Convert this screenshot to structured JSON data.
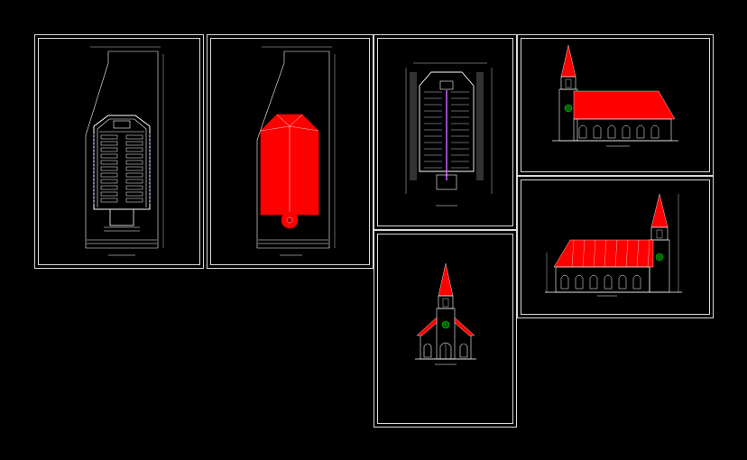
{
  "canvas": {
    "background": "#000000"
  },
  "colors": {
    "roof": "#ff0000",
    "line": "#ffffff",
    "border": "#d9d9d9",
    "dim": "#c8c8c8",
    "pew_marker": "#6464ff",
    "aisle": "#c864ff",
    "emblem": "#00c800"
  },
  "sheets": [
    {
      "id": "sheet-floor-plan",
      "drawing": "floor-plan",
      "caption": ""
    },
    {
      "id": "sheet-roof-plan",
      "drawing": "roof-plan",
      "caption": ""
    },
    {
      "id": "sheet-structural-plan",
      "drawing": "structural-plan",
      "caption": ""
    },
    {
      "id": "sheet-side-elevation-left",
      "drawing": "side-elevation-left",
      "caption": ""
    },
    {
      "id": "sheet-side-elevation-right",
      "drawing": "side-elevation-right",
      "caption": ""
    },
    {
      "id": "sheet-front-elevation",
      "drawing": "front-elevation",
      "caption": ""
    }
  ]
}
